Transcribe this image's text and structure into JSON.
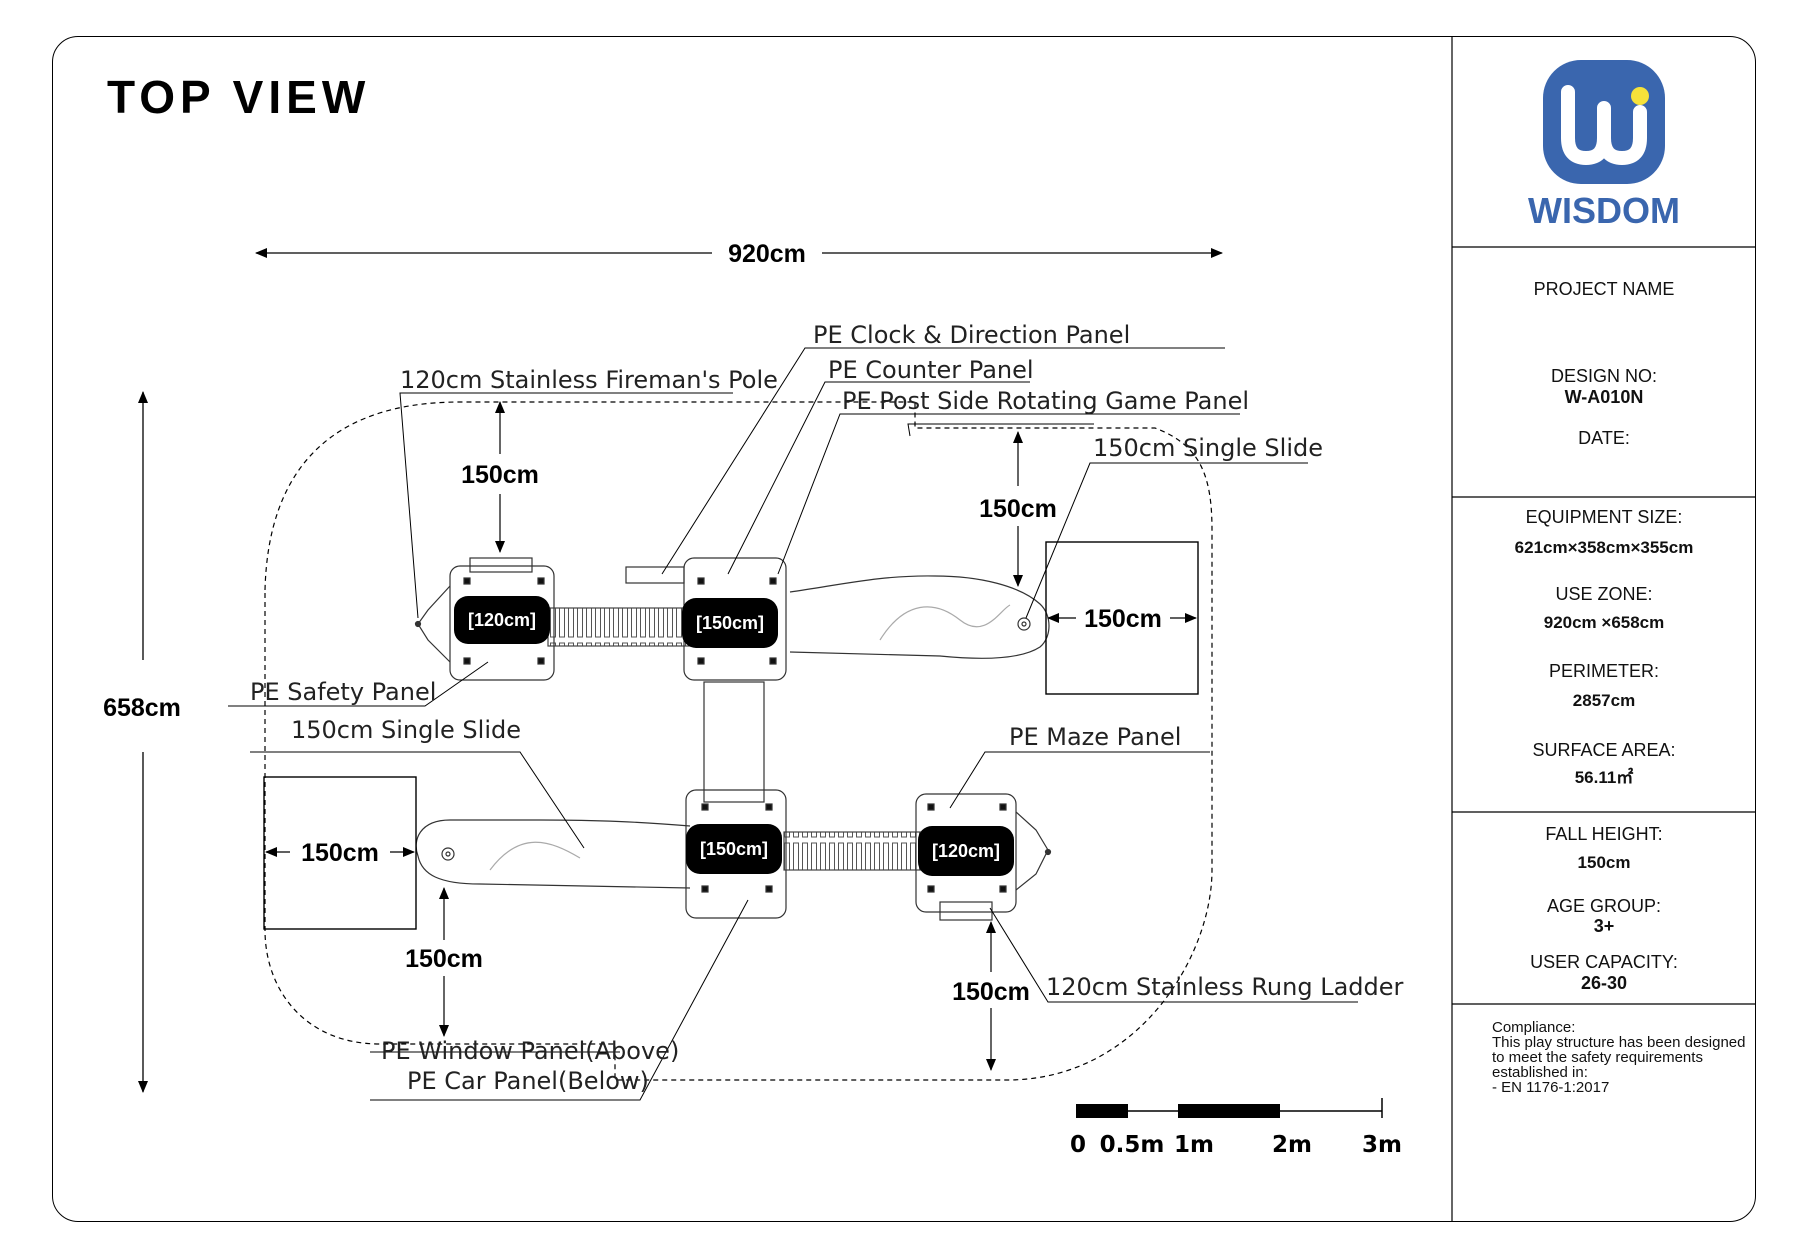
{
  "title": "TOP VIEW",
  "dimensions": {
    "overall_width": "920cm",
    "overall_height": "658cm",
    "clearance_top_left": "150cm",
    "clearance_top_right": "150cm",
    "clearance_right": "150cm",
    "clearance_left": "150cm",
    "clearance_bottom_left": "150cm",
    "clearance_bottom_right": "150cm"
  },
  "platforms": {
    "top_left": "[120cm]",
    "top_mid": "[150cm]",
    "bottom_mid": "[150cm]",
    "bottom_right": "[120cm]"
  },
  "callouts": {
    "fireman_pole": "120cm Stainless Fireman's Pole",
    "clock_panel": "PE Clock & Direction Panel",
    "counter_panel": "PE Counter Panel",
    "rotating_panel": "PE Post Side Rotating Game Panel",
    "slide_top": "150cm Single Slide",
    "safety_panel": "PE Safety Panel",
    "slide_bottom": "150cm Single Slide",
    "maze_panel": "PE Maze Panel",
    "rung_ladder": "120cm Stainless Rung Ladder",
    "window_panel": "PE Window Panel(Above)",
    "car_panel": "PE Car Panel(Below)"
  },
  "scale_bar": {
    "labels": [
      "0",
      "0.5m",
      "1m",
      "2m",
      "3m"
    ]
  },
  "title_block": {
    "brand": "WISDOM",
    "brand_color": "#3a66ae",
    "logo_dot_color": "#f6e23a",
    "project_name_label": "PROJECT NAME",
    "design_no_label": "DESIGN NO:",
    "design_no": "W-A010N",
    "date_label": "DATE:",
    "equipment_size_label": "EQUIPMENT SIZE:",
    "equipment_size": "621cm×358cm×355cm",
    "use_zone_label": "USE ZONE:",
    "use_zone": "920cm ×658cm",
    "perimeter_label": "PERIMETER:",
    "perimeter": "2857cm",
    "surface_area_label": "SURFACE AREA:",
    "surface_area": "56.11㎡",
    "fall_height_label": "FALL HEIGHT:",
    "fall_height": "150cm",
    "age_group_label": "AGE GROUP:",
    "age_group": "3+",
    "user_capacity_label": "USER CAPACITY:",
    "user_capacity": "26-30",
    "compliance": [
      "Compliance:",
      "This play structure has been designed",
      "to meet the safety requirements",
      "established in:",
      "-     EN 1176-1:2017"
    ]
  }
}
